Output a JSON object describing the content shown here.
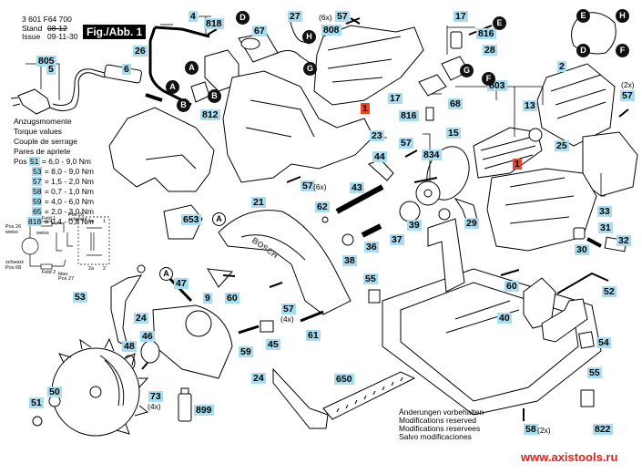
{
  "header": {
    "part_number": "3 601 F64 700",
    "stand_label": "Stand",
    "issue_label": "Issue",
    "stand_value": "08-12",
    "issue_value": "09-11-30",
    "figure_label": "Fig./Abb. 1"
  },
  "torque": {
    "titles": [
      "Anzugsmomente",
      "Torque values",
      "Couple de serrage",
      "Pares de apriete"
    ],
    "pos_prefix": "Pos",
    "rows": [
      {
        "pos": "51",
        "value": "= 6,0 - 9,0 Nm"
      },
      {
        "pos": "53",
        "value": "= 8,0 - 9,0 Nm"
      },
      {
        "pos": "57",
        "value": "= 1,5 - 2,0 Nm"
      },
      {
        "pos": "58",
        "value": "= 0,7 - 1,0 Nm"
      },
      {
        "pos": "59",
        "value": "= 4,0 - 6,0 Nm"
      },
      {
        "pos": "65",
        "value": "= 2,0 - 3,0 Nm"
      },
      {
        "pos": "818",
        "value": "= 0,4 - 0,8 Nm"
      }
    ]
  },
  "schematic": {
    "feld1": "Feld 1",
    "feld2": "Feld 2",
    "pos26_weiss": "Pos 26 weiss",
    "pos26_schwarz": "Pos 26 schwarz",
    "weiss": "weiss",
    "schwarz_pos68": "schwarz Pos 68",
    "blau_pos27": "blau Pos 27",
    "terminals": [
      "1a",
      "1",
      "2a",
      "2"
    ]
  },
  "part_labels": [
    {
      "id": "4",
      "highlight": "blue"
    },
    {
      "id": "818",
      "highlight": "blue"
    },
    {
      "id": "26",
      "highlight": "blue"
    },
    {
      "id": "67",
      "highlight": "blue"
    },
    {
      "id": "27",
      "highlight": "blue"
    },
    {
      "id": "57",
      "highlight": "blue",
      "qty": "(6x)"
    },
    {
      "id": "808",
      "highlight": "blue"
    },
    {
      "id": "17",
      "highlight": "blue"
    },
    {
      "id": "816",
      "highlight": "blue"
    },
    {
      "id": "28",
      "highlight": "blue"
    },
    {
      "id": "805",
      "highlight": "blue"
    },
    {
      "id": "5",
      "highlight": "blue"
    },
    {
      "id": "6",
      "highlight": "blue"
    },
    {
      "id": "812",
      "highlight": "blue"
    },
    {
      "id": "1",
      "highlight": "red"
    },
    {
      "id": "68",
      "highlight": "blue"
    },
    {
      "id": "803",
      "highlight": "blue"
    },
    {
      "id": "13",
      "highlight": "blue"
    },
    {
      "id": "2",
      "highlight": "blue"
    },
    {
      "id": "57",
      "highlight": "blue",
      "qty": "(2x)"
    },
    {
      "id": "23",
      "highlight": "blue"
    },
    {
      "id": "15",
      "highlight": "blue"
    },
    {
      "id": "57",
      "highlight": "blue"
    },
    {
      "id": "834",
      "highlight": "blue"
    },
    {
      "id": "25",
      "highlight": "blue"
    },
    {
      "id": "44",
      "highlight": "blue"
    },
    {
      "id": "43",
      "highlight": "blue"
    },
    {
      "id": "33",
      "highlight": "blue"
    },
    {
      "id": "21",
      "highlight": "blue"
    },
    {
      "id": "62",
      "highlight": "blue"
    },
    {
      "id": "29",
      "highlight": "blue"
    },
    {
      "id": "653",
      "highlight": "blue"
    },
    {
      "id": "39",
      "highlight": "blue"
    },
    {
      "id": "37",
      "highlight": "blue"
    },
    {
      "id": "36",
      "highlight": "blue"
    },
    {
      "id": "38",
      "highlight": "blue"
    },
    {
      "id": "31",
      "highlight": "blue"
    },
    {
      "id": "32",
      "highlight": "blue"
    },
    {
      "id": "30",
      "highlight": "blue"
    },
    {
      "id": "47",
      "highlight": "blue"
    },
    {
      "id": "9",
      "highlight": "blue"
    },
    {
      "id": "60",
      "highlight": "blue"
    },
    {
      "id": "53",
      "highlight": "blue"
    },
    {
      "id": "55",
      "highlight": "blue"
    },
    {
      "id": "52",
      "highlight": "blue"
    },
    {
      "id": "40",
      "highlight": "blue"
    },
    {
      "id": "24",
      "highlight": "blue"
    },
    {
      "id": "46",
      "highlight": "blue"
    },
    {
      "id": "48",
      "highlight": "blue"
    },
    {
      "id": "45",
      "highlight": "blue"
    },
    {
      "id": "59",
      "highlight": "blue"
    },
    {
      "id": "61",
      "highlight": "blue"
    },
    {
      "id": "54",
      "highlight": "blue"
    },
    {
      "id": "73",
      "highlight": "blue",
      "qty": "(4x)"
    },
    {
      "id": "50",
      "highlight": "blue"
    },
    {
      "id": "51",
      "highlight": "blue"
    },
    {
      "id": "899",
      "highlight": "blue"
    },
    {
      "id": "650",
      "highlight": "blue"
    },
    {
      "id": "58",
      "highlight": "blue",
      "qty": "(2x)"
    },
    {
      "id": "822",
      "highlight": "blue"
    }
  ],
  "labels": {
    "l4": "4",
    "l818": "818",
    "l26": "26",
    "l67": "67",
    "l27": "27",
    "l57a": "57",
    "q57a": "(6x)",
    "l808": "808",
    "l17a": "17",
    "l816a": "816",
    "l28": "28",
    "l805": "805",
    "l5": "5",
    "l6": "6",
    "l812": "812",
    "l1a": "1",
    "l17b": "17",
    "l68": "68",
    "l816b": "816",
    "l803": "803",
    "l13": "13",
    "l2": "2",
    "l57b": "57",
    "q57b": "(2x)",
    "l23": "23",
    "l15": "15",
    "l57c": "57",
    "l834": "834",
    "l25": "25",
    "l57d": "57",
    "q57d": "(6x)",
    "l44": "44",
    "l43": "43",
    "l1b": "1",
    "l33": "33",
    "l21": "21",
    "l62": "62",
    "l29": "29",
    "l653": "653",
    "l39": "39",
    "l37": "37",
    "l36": "36",
    "l38": "38",
    "l31": "31",
    "l32": "32",
    "l30": "30",
    "l47": "47",
    "l9": "9",
    "l60a": "60",
    "l53": "53",
    "l55a": "55",
    "l60b": "60",
    "l52": "52",
    "l57e": "57",
    "q57e": "(4x)",
    "l40": "40",
    "l24a": "24",
    "l46": "46",
    "l48": "48",
    "l45": "45",
    "l59": "59",
    "l61": "61",
    "l54": "54",
    "l24b": "24",
    "l73": "73",
    "q73": "(4x)",
    "l50": "50",
    "l51": "51",
    "l899": "899",
    "l650": "650",
    "l55b": "55",
    "l58": "58",
    "q58": "(2x)",
    "l822": "822"
  },
  "connectors": {
    "A": "A",
    "B": "B",
    "D": "D",
    "E": "E",
    "F": "F",
    "G": "G",
    "H": "H"
  },
  "notes": [
    "Änderungen vorbehalten",
    "Modifications reserved",
    "Modifications reservees",
    "Salvo modificaciones"
  ],
  "brand_text": "BOSCH",
  "watermark": "www.axistools.ru",
  "colors": {
    "label_highlight": "#a8dcef",
    "new_part_highlight": "#e8452c",
    "watermark": "#e0211b"
  }
}
